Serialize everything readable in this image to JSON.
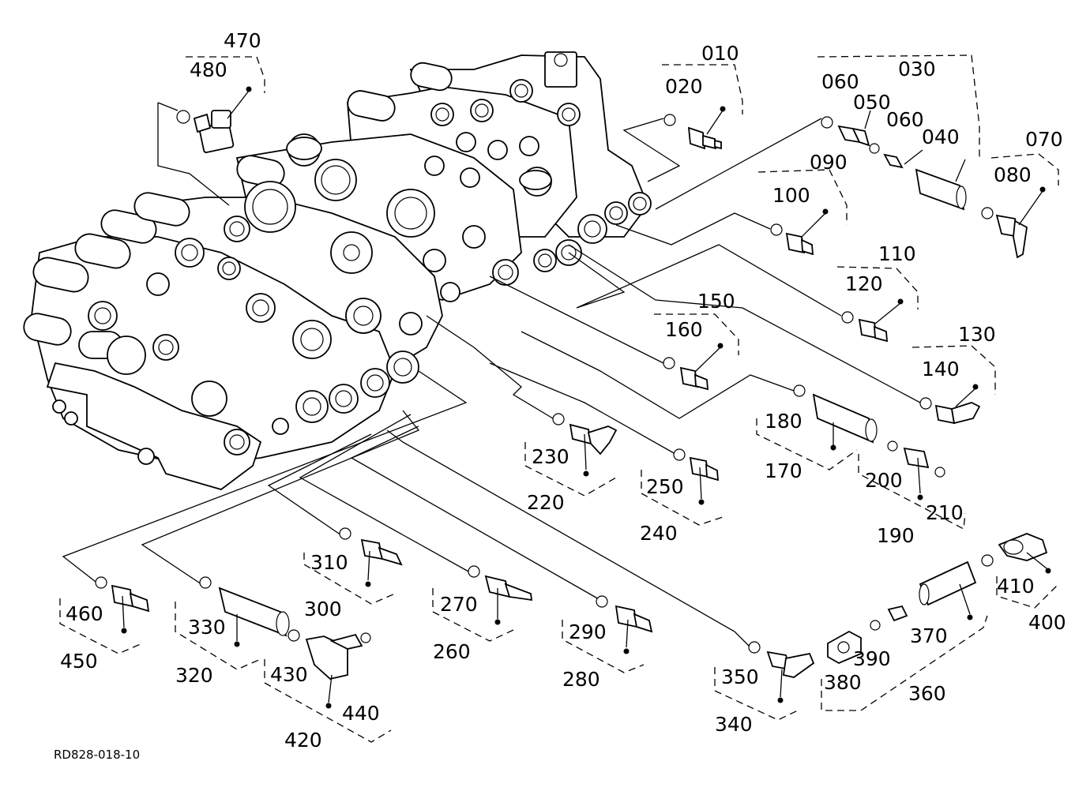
{
  "drawing_code": "RD828-018-10",
  "callouts": [
    "470",
    "480",
    "010",
    "020",
    "030",
    "060",
    "050",
    "060",
    "040",
    "070",
    "080",
    "090",
    "100",
    "110",
    "120",
    "150",
    "160",
    "130",
    "140",
    "180",
    "170",
    "200",
    "210",
    "190",
    "230",
    "220",
    "250",
    "240",
    "310",
    "300",
    "270",
    "260",
    "290",
    "280",
    "460",
    "450",
    "330",
    "320",
    "430",
    "440",
    "420",
    "350",
    "340",
    "380",
    "390",
    "370",
    "360",
    "410",
    "400"
  ]
}
